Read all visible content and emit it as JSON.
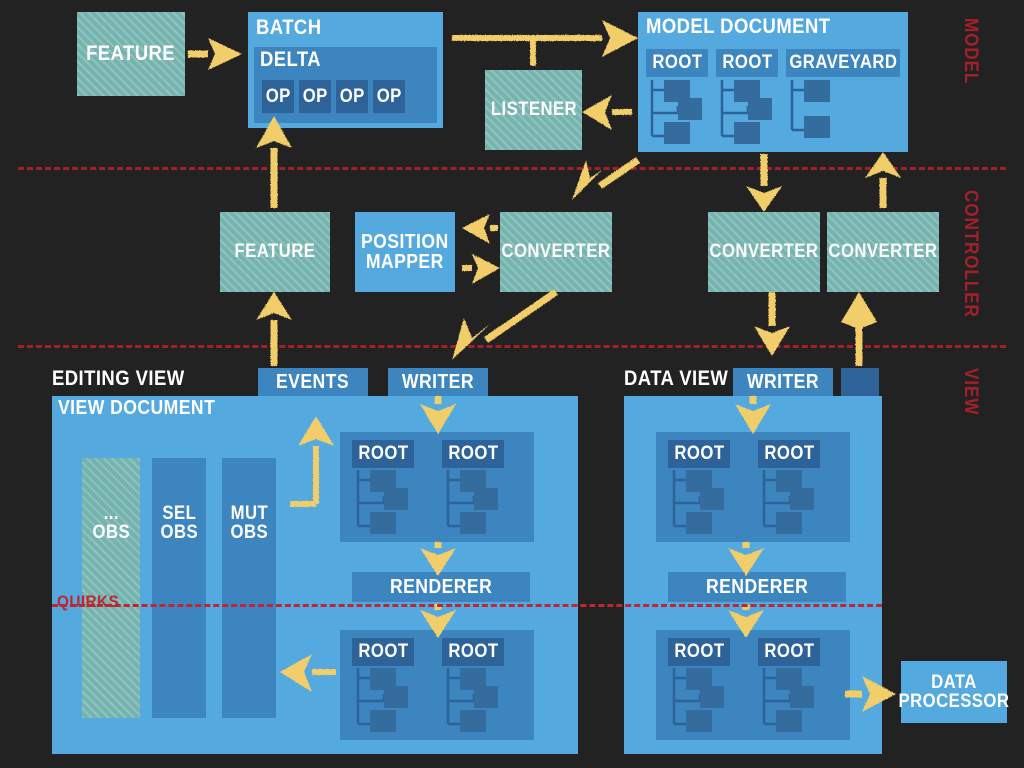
{
  "diagram": {
    "title": "CKEditor 5 MVC Architecture",
    "background": "#222222",
    "colors": {
      "blue_light": "#54A9DE",
      "blue_medium": "#3C85BE",
      "blue_dark": "#2E6399",
      "teal_hatched": "#74B3AE",
      "arrow_yellow": "#F2CE6B",
      "band_red": "#A32028",
      "quirks_red": "#BF2633",
      "text_white": "#FFFFFF"
    }
  },
  "bands": [
    {
      "label": "MODEL"
    },
    {
      "label": "CONTROLLER"
    },
    {
      "label": "VIEW"
    }
  ],
  "model": {
    "feature": {
      "label": "FEATURE",
      "style": "hatched"
    },
    "batch": {
      "label": "BATCH",
      "delta": {
        "label": "DELTA",
        "ops": [
          {
            "label": "OP"
          },
          {
            "label": "OP"
          },
          {
            "label": "OP"
          },
          {
            "label": "OP"
          }
        ]
      }
    },
    "listener": {
      "label": "LISTENER",
      "style": "hatched"
    },
    "model_document": {
      "label": "MODEL DOCUMENT",
      "roots": [
        {
          "label": "ROOT"
        },
        {
          "label": "ROOT"
        },
        {
          "label": "GRAVEYARD"
        }
      ]
    }
  },
  "controller": {
    "feature": {
      "label": "FEATURE",
      "style": "hatched"
    },
    "position_mapper": {
      "label": "POSITION\nMAPPER",
      "style": "solid"
    },
    "converter_editing": {
      "label": "CONVERTER",
      "style": "hatched"
    },
    "converter_data_down": {
      "label": "CONVERTER",
      "style": "hatched"
    },
    "converter_data_up": {
      "label": "CONVERTER",
      "style": "hatched"
    }
  },
  "view": {
    "editing_view": {
      "title": "EDITING VIEW",
      "tabs": [
        {
          "label": "EVENTS"
        },
        {
          "label": "WRITER"
        }
      ],
      "view_document": {
        "label": "VIEW DOCUMENT"
      },
      "observers": [
        {
          "label": "...\nOBS",
          "style": "hatched"
        },
        {
          "label": "SEL\nOBS",
          "style": "solid"
        },
        {
          "label": "MUT\nOBS",
          "style": "solid"
        }
      ],
      "upper_roots": [
        {
          "label": "ROOT"
        },
        {
          "label": "ROOT"
        }
      ],
      "renderer": {
        "label": "RENDERER"
      },
      "lower_roots": [
        {
          "label": "ROOT"
        },
        {
          "label": "ROOT"
        }
      ],
      "quirks": {
        "label": "QUIRKS"
      }
    },
    "data_view": {
      "title": "DATA VIEW",
      "tabs": [
        {
          "label": "WRITER"
        },
        {
          "label": ""
        }
      ],
      "upper_roots": [
        {
          "label": "ROOT"
        },
        {
          "label": "ROOT"
        }
      ],
      "renderer": {
        "label": "RENDERER"
      },
      "lower_roots": [
        {
          "label": "ROOT"
        },
        {
          "label": "ROOT"
        }
      ]
    },
    "data_processor": {
      "label": "DATA\nPROCESSOR"
    }
  }
}
